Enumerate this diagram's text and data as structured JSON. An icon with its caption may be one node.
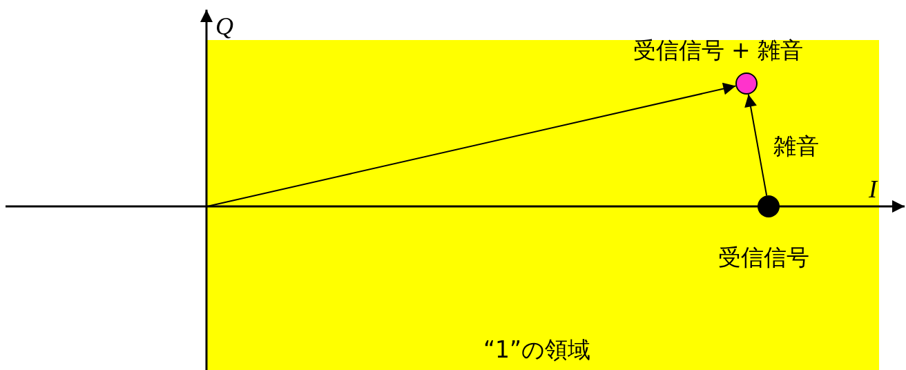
{
  "diagram": {
    "nodes": [
      {
        "text": [
          "“1”の領域"
        ]
      },
      {
        "text": [],
        "shape": "circle",
        "beside": [
          "受信信号 + 雑音"
        ],
        "in": 0
      },
      {
        "text": [],
        "shape": "circle",
        "beside": [
          "受信信号"
        ],
        "in": 0
      }
    ],
    "edges": [
      {
        "from": null,
        "to": 1,
        "arrow": "to"
      },
      {
        "from": 2,
        "to": 1,
        "arrow": "to",
        "label": "雑音"
      }
    ],
    "labels": [
      "Q",
      "I"
    ]
  }
}
